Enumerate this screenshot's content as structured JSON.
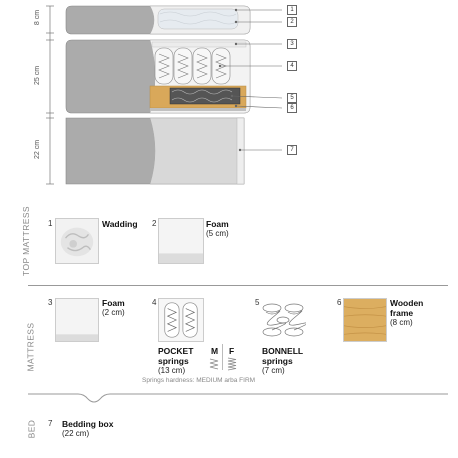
{
  "diagram": {
    "dimensions": [
      "8 cm",
      "25 cm",
      "22 cm"
    ],
    "callouts": [
      "1",
      "2",
      "3",
      "4",
      "5",
      "6",
      "7"
    ]
  },
  "sections": {
    "top_mattress": "TOP MATTRESS",
    "mattress": "MATTRESS",
    "bed": "BED"
  },
  "items": [
    {
      "index": "1",
      "title": "Wadding",
      "sub": ""
    },
    {
      "index": "2",
      "title": "Foam",
      "sub": "(5 cm)"
    },
    {
      "index": "3",
      "title": "Foam",
      "sub": "(2 cm)"
    },
    {
      "index": "4",
      "title": "POCKET",
      "title2": "springs",
      "sub": "(13 cm)"
    },
    {
      "index": "5",
      "title": "BONNELL",
      "title2": "springs",
      "sub": "(7 cm)"
    },
    {
      "index": "6",
      "title": "Wooden",
      "title2": "frame",
      "sub": "(8 cm)"
    },
    {
      "index": "7",
      "title": "Bedding box",
      "sub": "(22 cm)"
    }
  ],
  "hardness": {
    "m": "M",
    "f": "F",
    "note": "Springs hardness: MEDIUM arba FIRM"
  },
  "colors": {
    "fabric": "#a9a9a9",
    "wood": "#d9a85a",
    "panel": "#d8d8d8"
  }
}
